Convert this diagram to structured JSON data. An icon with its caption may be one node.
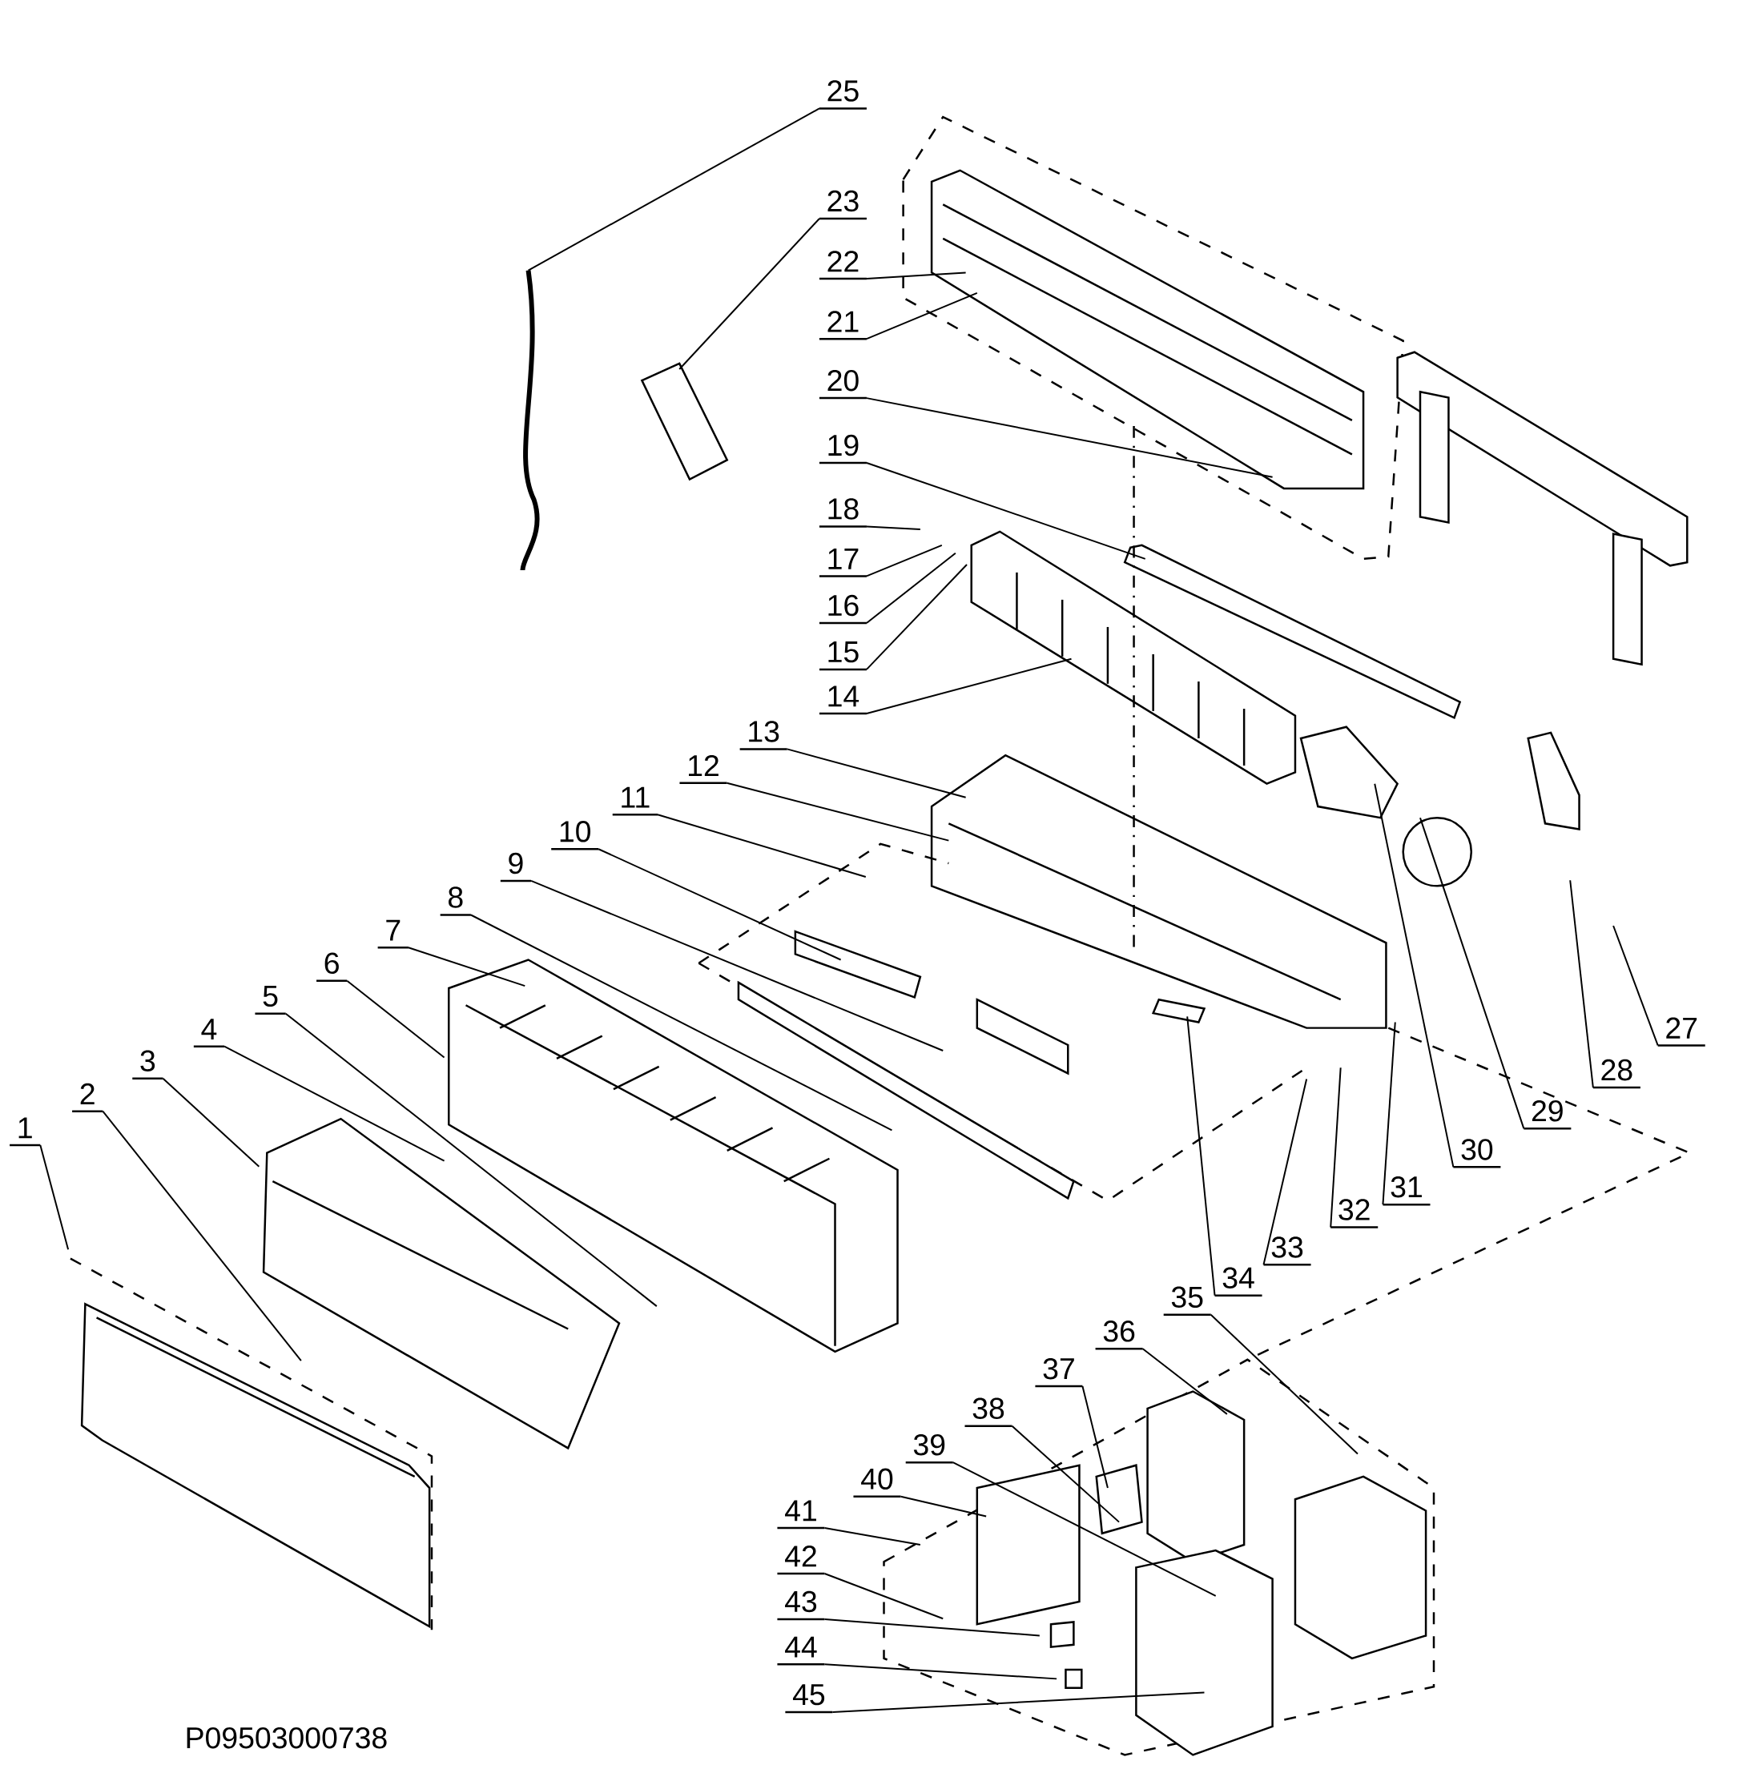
{
  "diagram": {
    "nodes": [
      {
        "text": [
          "1"
        ]
      },
      {
        "text": [
          "2"
        ]
      },
      {
        "text": [
          "3"
        ]
      },
      {
        "text": [
          "4"
        ]
      },
      {
        "text": [
          "5"
        ]
      },
      {
        "text": [
          "6"
        ]
      },
      {
        "text": [
          "7"
        ]
      },
      {
        "text": [
          "8"
        ]
      },
      {
        "text": [
          "9"
        ]
      },
      {
        "text": [
          "10"
        ]
      },
      {
        "text": [
          "11"
        ]
      },
      {
        "text": [
          "12"
        ]
      },
      {
        "text": [
          "13"
        ]
      },
      {
        "text": [
          "14"
        ]
      },
      {
        "text": [
          "15"
        ]
      },
      {
        "text": [
          "16"
        ]
      },
      {
        "text": [
          "17"
        ]
      },
      {
        "text": [
          "18"
        ]
      },
      {
        "text": [
          "19"
        ]
      },
      {
        "text": [
          "20"
        ]
      },
      {
        "text": [
          "21"
        ]
      },
      {
        "text": [
          "22"
        ]
      },
      {
        "text": [
          "23"
        ]
      },
      {
        "text": [
          "25"
        ]
      },
      {
        "text": [
          "27"
        ]
      },
      {
        "text": [
          "28"
        ]
      },
      {
        "text": [
          "29"
        ]
      },
      {
        "text": [
          "30"
        ]
      },
      {
        "text": [
          "31"
        ]
      },
      {
        "text": [
          "32"
        ]
      },
      {
        "text": [
          "33"
        ]
      },
      {
        "text": [
          "34"
        ]
      },
      {
        "text": [
          "35"
        ]
      },
      {
        "text": [
          "36"
        ]
      },
      {
        "text": [
          "37"
        ]
      },
      {
        "text": [
          "38"
        ]
      },
      {
        "text": [
          "39"
        ]
      },
      {
        "text": [
          "40"
        ]
      },
      {
        "text": [
          "41"
        ]
      },
      {
        "text": [
          "42"
        ]
      },
      {
        "text": [
          "43"
        ]
      },
      {
        "text": [
          "44"
        ]
      },
      {
        "text": [
          "45"
        ]
      }
    ],
    "edges": [
      {
        "from": 0,
        "to": null,
        "arrow": "none"
      },
      {
        "from": 1,
        "to": null,
        "arrow": "none"
      },
      {
        "from": 2,
        "to": null,
        "arrow": "none"
      },
      {
        "from": 3,
        "to": null,
        "arrow": "none"
      },
      {
        "from": 4,
        "to": null,
        "arrow": "none"
      },
      {
        "from": 5,
        "to": null,
        "arrow": "none"
      },
      {
        "from": 6,
        "to": null,
        "arrow": "none"
      },
      {
        "from": 7,
        "to": null,
        "arrow": "none"
      },
      {
        "from": 8,
        "to": null,
        "arrow": "none"
      },
      {
        "from": 9,
        "to": null,
        "arrow": "none"
      },
      {
        "from": 10,
        "to": null,
        "arrow": "none"
      },
      {
        "from": 11,
        "to": null,
        "arrow": "none"
      },
      {
        "from": 12,
        "to": null,
        "arrow": "none"
      },
      {
        "from": 13,
        "to": null,
        "arrow": "none"
      },
      {
        "from": 14,
        "to": null,
        "arrow": "none"
      },
      {
        "from": 15,
        "to": null,
        "arrow": "none"
      },
      {
        "from": 16,
        "to": null,
        "arrow": "none"
      },
      {
        "from": 17,
        "to": null,
        "arrow": "none"
      },
      {
        "from": 18,
        "to": null,
        "arrow": "none"
      },
      {
        "from": 19,
        "to": null,
        "arrow": "none"
      },
      {
        "from": 20,
        "to": null,
        "arrow": "none"
      },
      {
        "from": 21,
        "to": null,
        "arrow": "none"
      },
      {
        "from": 22,
        "to": null,
        "arrow": "none"
      },
      {
        "from": 23,
        "to": null,
        "arrow": "none"
      },
      {
        "from": 24,
        "to": null,
        "arrow": "none"
      },
      {
        "from": 25,
        "to": null,
        "arrow": "none"
      },
      {
        "from": 26,
        "to": null,
        "arrow": "none"
      },
      {
        "from": 27,
        "to": null,
        "arrow": "none"
      },
      {
        "from": 28,
        "to": null,
        "arrow": "none"
      },
      {
        "from": 29,
        "to": null,
        "arrow": "none"
      },
      {
        "from": 30,
        "to": null,
        "arrow": "none"
      },
      {
        "from": 31,
        "to": null,
        "arrow": "none"
      },
      {
        "from": 32,
        "to": null,
        "arrow": "none"
      },
      {
        "from": 33,
        "to": null,
        "arrow": "none"
      },
      {
        "from": 34,
        "to": null,
        "arrow": "none"
      },
      {
        "from": 35,
        "to": null,
        "arrow": "none"
      },
      {
        "from": 36,
        "to": null,
        "arrow": "none"
      },
      {
        "from": 37,
        "to": null,
        "arrow": "none"
      },
      {
        "from": 38,
        "to": null,
        "arrow": "none"
      },
      {
        "from": 39,
        "to": null,
        "arrow": "none"
      },
      {
        "from": 40,
        "to": null,
        "arrow": "none"
      },
      {
        "from": 41,
        "to": null,
        "arrow": "none"
      },
      {
        "from": 42,
        "to": null,
        "arrow": "none"
      }
    ],
    "labels": [
      "P09503000738"
    ]
  }
}
